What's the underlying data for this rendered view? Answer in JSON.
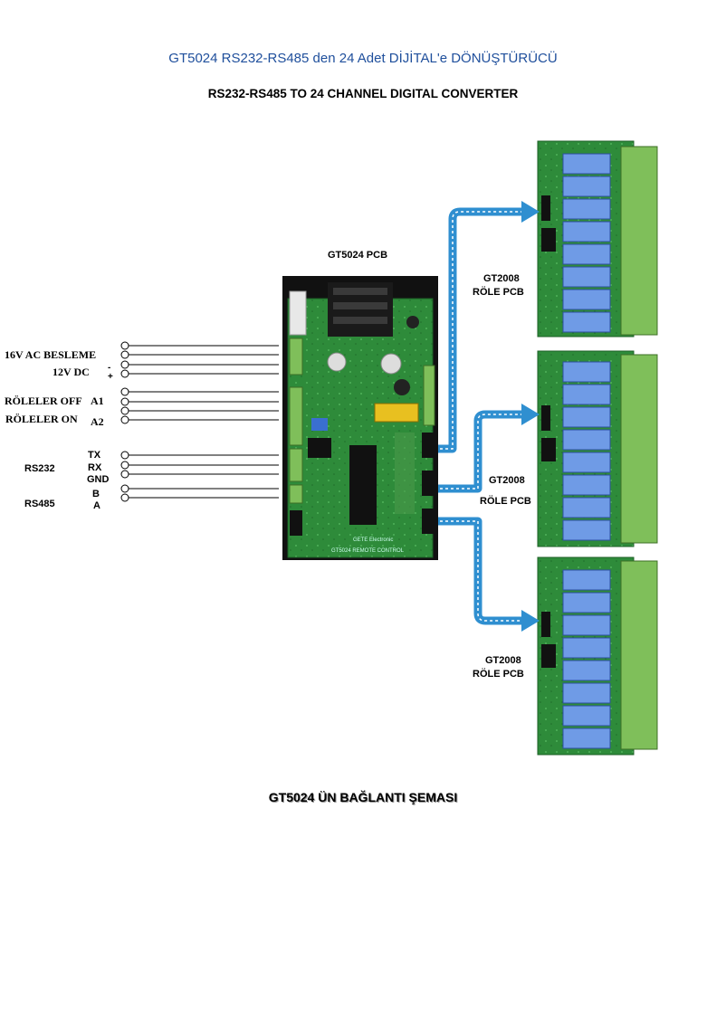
{
  "title": "GT5024 RS232-RS485 den 24 Adet DİJİTAL'e DÖNÜŞTÜRÜCÜ",
  "subtitle": "RS232-RS485 TO 24 CHANNEL DIGITAL CONVERTER",
  "main_pcb": {
    "label": "GT5024 PCB",
    "silkscreen": [
      "GETE Electronic",
      "GT5024 REMOTE CONTROL"
    ]
  },
  "relay_boards": [
    {
      "line1": "GT2008",
      "line2": "RÖLE PCB"
    },
    {
      "line1": "GT2008",
      "line2": "RÖLE PCB"
    },
    {
      "line1": "GT2008",
      "line2": "RÖLE PCB"
    }
  ],
  "terminals": {
    "power_label": "16V AC BESLEME",
    "dc_label": "12V DC",
    "minus": "-",
    "plus": "+",
    "relays_off": "RÖLELER OFF",
    "relays_on": "RÖLELER ON",
    "a1": "A1",
    "a2": "A2",
    "rs232": "RS232",
    "tx": "TX",
    "rx": "RX",
    "gnd": "GND",
    "rs485": "RS485",
    "b": "B",
    "a": "A"
  },
  "caption": "GT5024 ÜN BAĞLANTI ŞEMASI",
  "colors": {
    "title_blue": "#1f4f9c",
    "arrow_blue": "#2f8fd0",
    "pcb_green": "#2e8b3a",
    "relay_blue": "#6f9be6",
    "terminal_green": "#7fbf5a"
  }
}
